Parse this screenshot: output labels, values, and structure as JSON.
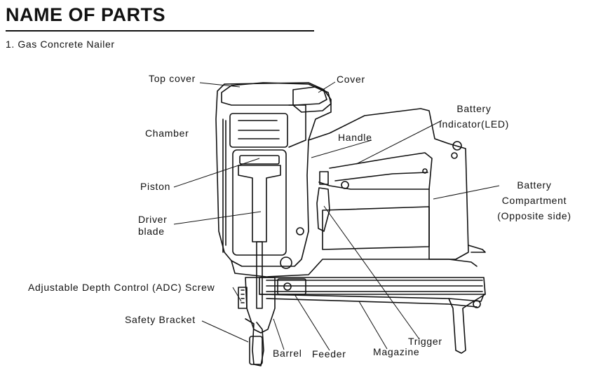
{
  "header": {
    "title": "NAME OF PARTS",
    "subtitle": "1. Gas Concrete Nailer"
  },
  "labels": {
    "top_cover": "Top cover",
    "cover": "Cover",
    "chamber": "Chamber",
    "battery_indicator_line1": "Battery",
    "battery_indicator_line2": "Indicator(LED)",
    "handle": "Handle",
    "piston": "Piston",
    "battery_compartment_line1": "Battery",
    "battery_compartment_line2": "Compartment",
    "battery_compartment_line3": "(Opposite side)",
    "driver_blade_line1": "Driver",
    "driver_blade_line2": "blade",
    "adc_screw": "Adjustable Depth Control (ADC) Screw",
    "safety_bracket": "Safety Bracket",
    "trigger": "Trigger",
    "barrel": "Barrel",
    "feeder": "Feeder",
    "magazine": "Magazine"
  }
}
